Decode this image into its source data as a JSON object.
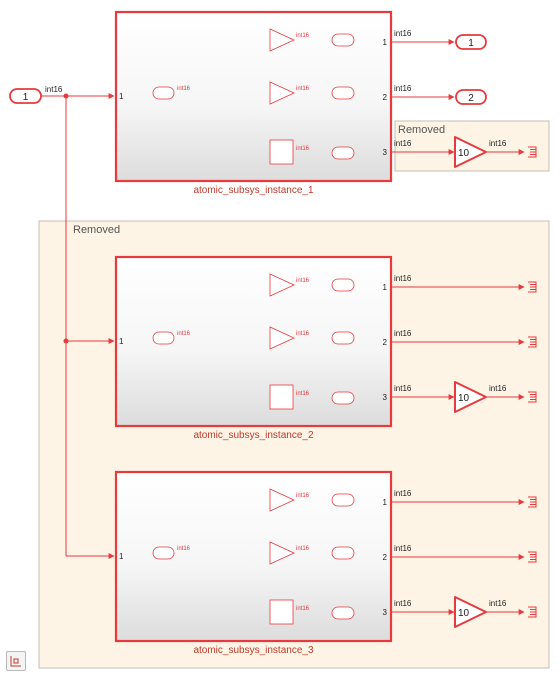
{
  "colors": {
    "accent": "#e8393d",
    "removed_fill": "#fdf4e6",
    "removed_border": "#b9b0a4",
    "text_dark": "#222222"
  },
  "diagram": {
    "signal_type": "int16",
    "inport_label": "1",
    "outport_labels": [
      "1",
      "2"
    ],
    "removed_label": "Removed",
    "gain_label": "10",
    "subsystems": [
      {
        "name": "atomic_subsys_instance_1",
        "in_port": "1",
        "out_ports": [
          "1",
          "2",
          "3"
        ]
      },
      {
        "name": "atomic_subsys_instance_2",
        "in_port": "1",
        "out_ports": [
          "1",
          "2",
          "3"
        ]
      },
      {
        "name": "atomic_subsys_instance_3",
        "in_port": "1",
        "out_ports": [
          "1",
          "2",
          "3"
        ]
      }
    ]
  },
  "icons": {
    "corner": "model-browser-icon",
    "terminator": "terminator-icon"
  }
}
